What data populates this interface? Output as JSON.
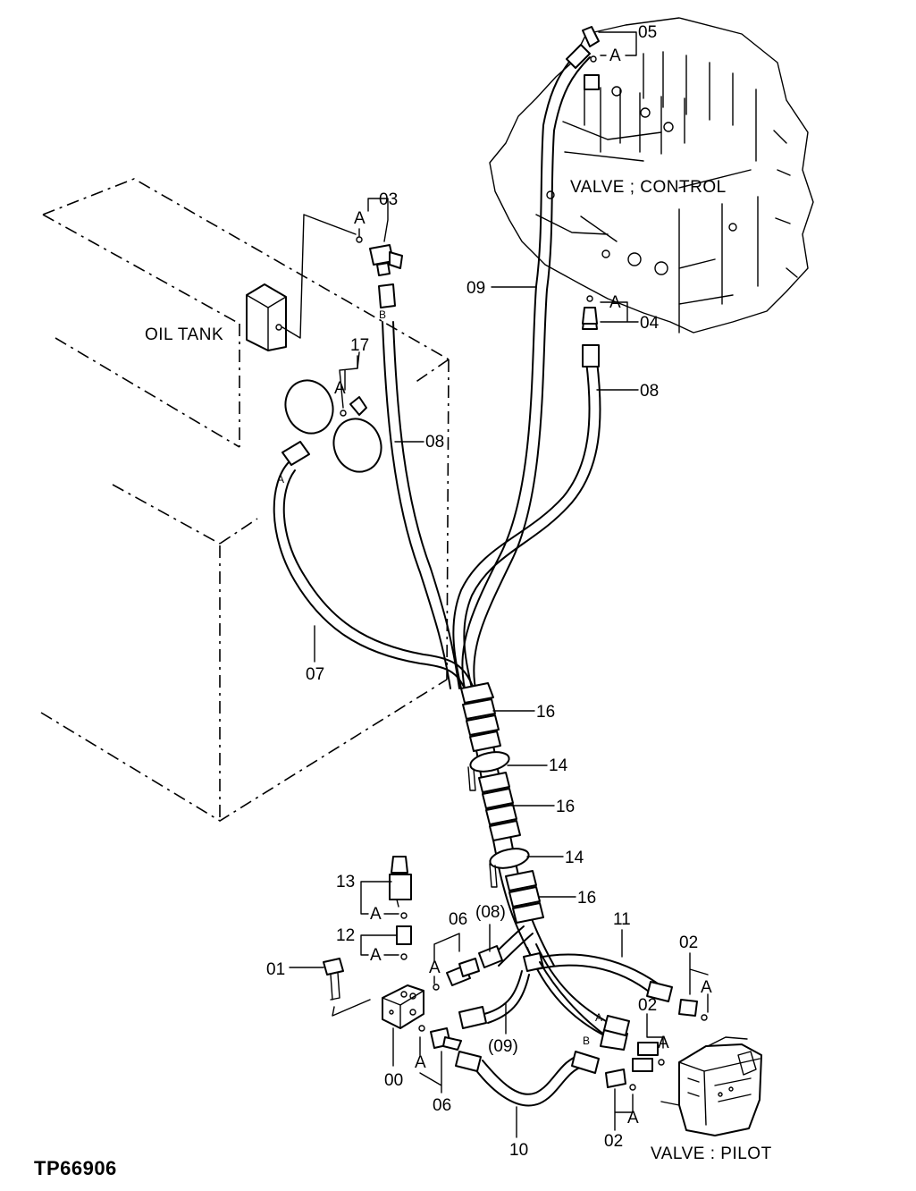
{
  "figure_id": "TP66906",
  "components": {
    "oil_tank": "OIL TANK",
    "control_valve": "VALVE ; CONTROL",
    "pilot_valve": "VALVE : PILOT"
  },
  "part_numbers": {
    "p00": "00",
    "p01": "01",
    "p02_a": "02",
    "p02_b": "02",
    "p02_c": "02",
    "p03": "03",
    "p04": "04",
    "p05": "05",
    "p06_a": "06",
    "p06_b": "06",
    "p07": "07",
    "p08_a": "08",
    "p08_b": "08",
    "p08_ref": "(08)",
    "p09": "09",
    "p09_ref": "(09)",
    "p10": "10",
    "p11": "11",
    "p12": "12",
    "p13": "13",
    "p14_a": "14",
    "p14_b": "14",
    "p16_a": "16",
    "p16_b": "16",
    "p16_c": "16",
    "p17": "17"
  },
  "markers": {
    "a": "A",
    "b": "B"
  }
}
